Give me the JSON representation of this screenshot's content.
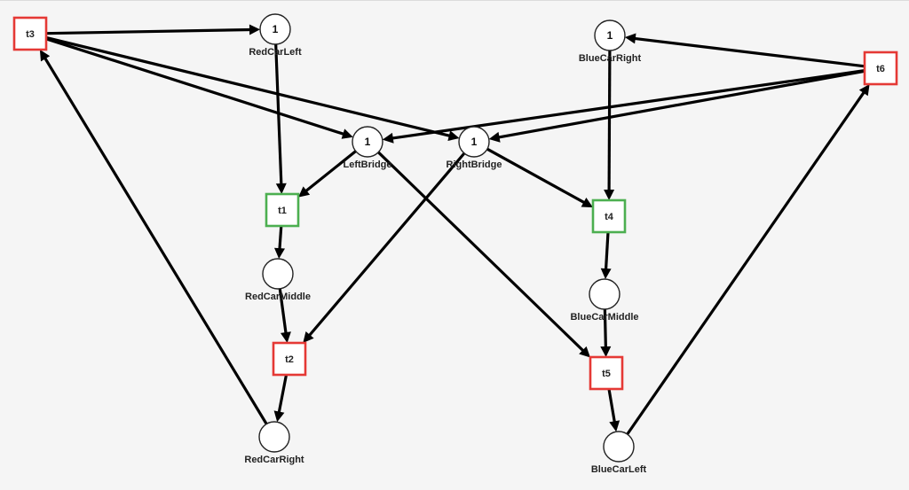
{
  "net": {
    "places": [
      {
        "id": "RedCarLeft",
        "label": "RedCarLeft",
        "tokens": "1"
      },
      {
        "id": "BlueCarRight",
        "label": "BlueCarRight",
        "tokens": "1"
      },
      {
        "id": "LeftBridge",
        "label": "LeftBridge",
        "tokens": "1"
      },
      {
        "id": "RightBridge",
        "label": "RightBridge",
        "tokens": "1"
      },
      {
        "id": "RedCarMiddle",
        "label": "RedCarMiddle",
        "tokens": ""
      },
      {
        "id": "BlueCarMiddle",
        "label": "BlueCarMiddle",
        "tokens": ""
      },
      {
        "id": "RedCarRight",
        "label": "RedCarRight",
        "tokens": ""
      },
      {
        "id": "BlueCarLeft",
        "label": "BlueCarLeft",
        "tokens": ""
      }
    ],
    "transitions": [
      {
        "id": "t1",
        "label": "t1",
        "enabled": true
      },
      {
        "id": "t2",
        "label": "t2",
        "enabled": false
      },
      {
        "id": "t3",
        "label": "t3",
        "enabled": false
      },
      {
        "id": "t4",
        "label": "t4",
        "enabled": true
      },
      {
        "id": "t5",
        "label": "t5",
        "enabled": false
      },
      {
        "id": "t6",
        "label": "t6",
        "enabled": false
      }
    ],
    "arcs": [
      {
        "from": "t3",
        "to": "RedCarLeft"
      },
      {
        "from": "t3",
        "to": "LeftBridge"
      },
      {
        "from": "t3",
        "to": "RightBridge"
      },
      {
        "from": "RedCarLeft",
        "to": "t1"
      },
      {
        "from": "LeftBridge",
        "to": "t1"
      },
      {
        "from": "t1",
        "to": "RedCarMiddle"
      },
      {
        "from": "RedCarMiddle",
        "to": "t2"
      },
      {
        "from": "RightBridge",
        "to": "t2"
      },
      {
        "from": "t2",
        "to": "RedCarRight"
      },
      {
        "from": "RedCarRight",
        "to": "t3"
      },
      {
        "from": "t6",
        "to": "BlueCarRight"
      },
      {
        "from": "t6",
        "to": "LeftBridge"
      },
      {
        "from": "t6",
        "to": "RightBridge"
      },
      {
        "from": "BlueCarRight",
        "to": "t4"
      },
      {
        "from": "RightBridge",
        "to": "t4"
      },
      {
        "from": "t4",
        "to": "BlueCarMiddle"
      },
      {
        "from": "BlueCarMiddle",
        "to": "t5"
      },
      {
        "from": "LeftBridge",
        "to": "t5"
      },
      {
        "from": "t5",
        "to": "BlueCarLeft"
      },
      {
        "from": "BlueCarLeft",
        "to": "t6"
      }
    ],
    "colors": {
      "enabled_transition": "#4caf50",
      "disabled_transition": "#e53935",
      "arc": "#000000",
      "background": "#f5f5f5"
    }
  }
}
